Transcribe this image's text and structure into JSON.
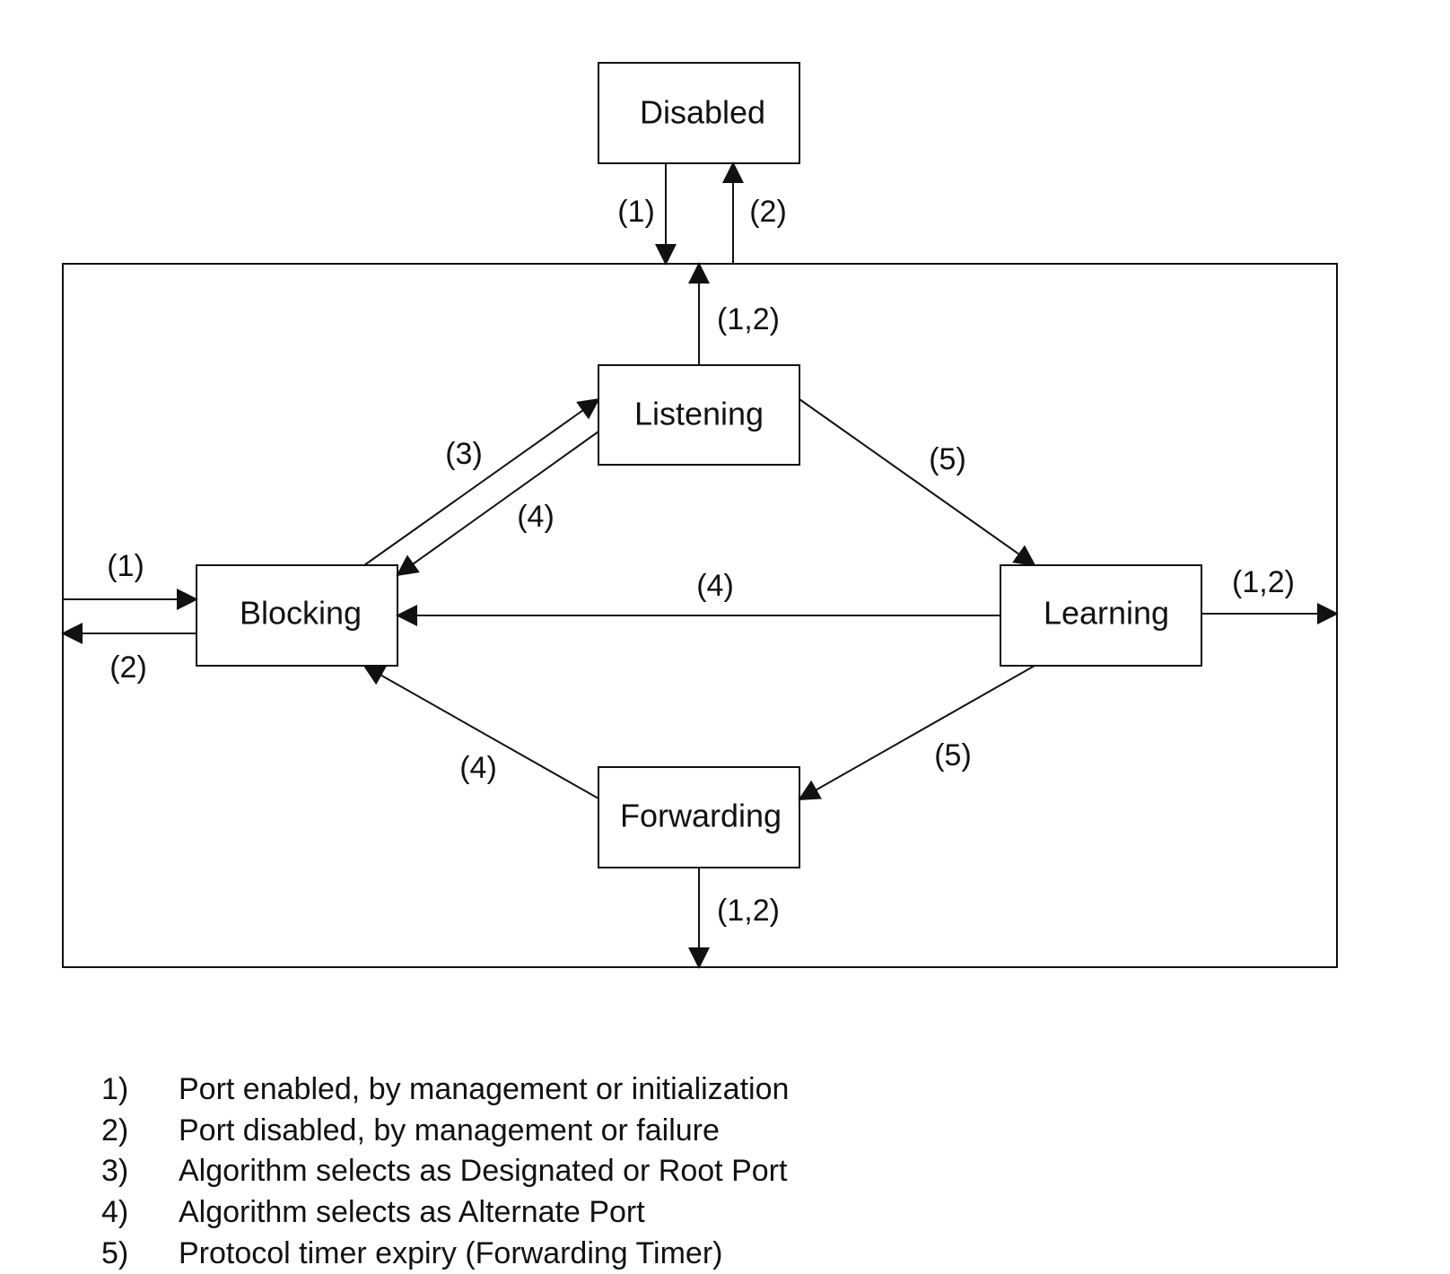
{
  "states": {
    "disabled": "Disabled",
    "listening": "Listening",
    "blocking": "Blocking",
    "learning": "Learning",
    "forwarding": "Forwarding"
  },
  "transitions": {
    "to_disabled_enter": "(1)",
    "from_disabled_exit": "(2)",
    "listening_up": "(1,2)",
    "blocking_to_listening": "(3)",
    "listening_to_blocking": "(4)",
    "listening_to_learning": "(5)",
    "left_in": "(1)",
    "left_out": "(2)",
    "learning_to_blocking": "(4)",
    "learning_right": "(1,2)",
    "forwarding_to_blocking": "(4)",
    "learning_to_forwarding": "(5)",
    "forwarding_down": "(1,2)"
  },
  "legend": [
    {
      "num": "1)",
      "text": "Port enabled, by management or initialization"
    },
    {
      "num": "2)",
      "text": "Port disabled, by management or failure"
    },
    {
      "num": "3)",
      "text": "Algorithm selects as Designated or Root Port"
    },
    {
      "num": "4)",
      "text": "Algorithm selects as Alternate Port"
    },
    {
      "num": "5)",
      "text": "Protocol timer expiry (Forwarding Timer)"
    }
  ]
}
